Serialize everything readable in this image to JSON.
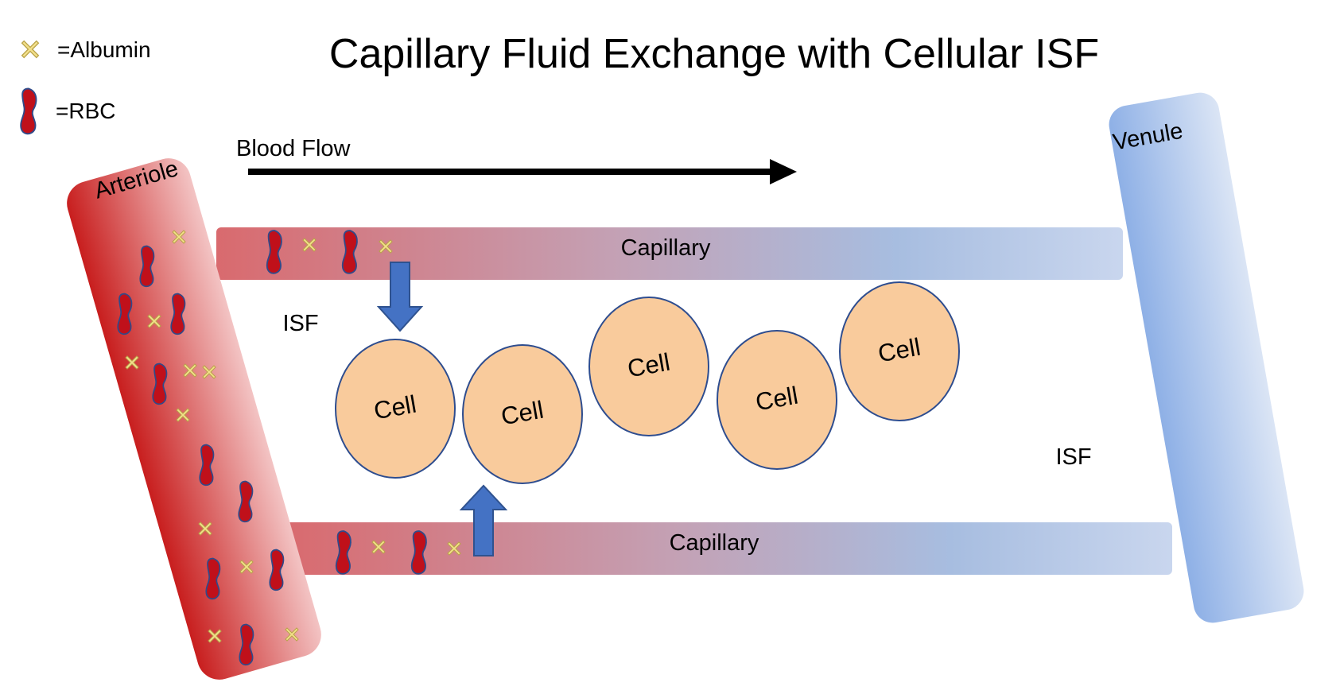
{
  "title": "Capillary Fluid Exchange with Cellular ISF",
  "legend": {
    "albumin_label": "=Albumin",
    "rbc_label": "=RBC"
  },
  "flow_label": "Blood Flow",
  "arteriole_label": "Arteriole",
  "venule_label": "Venule",
  "capillary_top_label": "Capillary",
  "capillary_bottom_label": "Capillary",
  "isf_left_label": "ISF",
  "isf_right_label": "ISF",
  "cells": [
    "Cell",
    "Cell",
    "Cell",
    "Cell",
    "Cell"
  ],
  "colors": {
    "arteriole": "#c81e1e",
    "venule": "#8eb0e6",
    "rbc": "#c0101a",
    "rbc_outline": "#2f4a8a",
    "albumin": "#f3e08a",
    "cell_fill": "#f9cb9c",
    "cell_outline": "#2e4d8f",
    "arrow": "#4472c4"
  }
}
